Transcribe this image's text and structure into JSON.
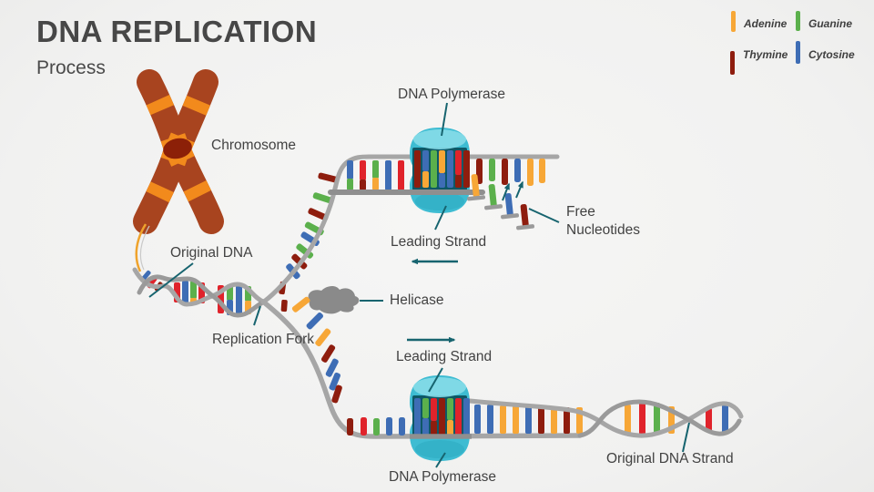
{
  "slide": {
    "title": "DNA REPLICATION",
    "subtitle": "Process"
  },
  "legend": {
    "items": [
      {
        "label": "Adenine",
        "color": "#F7A737"
      },
      {
        "label": "Guanine",
        "color": "#5BB04C"
      },
      {
        "label": "Thymine",
        "color": "#8E1D0E"
      },
      {
        "label": "Cytosine",
        "color": "#3E6DB5"
      }
    ]
  },
  "labels": {
    "chromosome": "Chromosome",
    "original_dna": "Original DNA",
    "replication_fork": "Replication Fork",
    "helicase": "Helicase",
    "dna_polymerase_top": "DNA Polymerase",
    "leading_strand_top": "Leading Strand",
    "free_nucleotides_1": "Free",
    "free_nucleotides_2": "Nucleotides",
    "leading_strand_bottom": "Leading Strand",
    "dna_polymerase_bottom": "DNA Polymerase",
    "original_dna_strand": "Original DNA Strand"
  },
  "palette": {
    "adenine_orange": "#F7A737",
    "guanine_green": "#5BB04C",
    "thymine_dark_red": "#8E1D0E",
    "cytosine_blue": "#3E6DB5",
    "base_red": "#E0232B",
    "strand_gray": "#A6A6A6",
    "annotation_teal": "#17646F",
    "polymerase_cyan": "#3EBCD2",
    "chromosome_brown": "#A8441F",
    "chromosome_band_orange": "#F28A1C"
  }
}
